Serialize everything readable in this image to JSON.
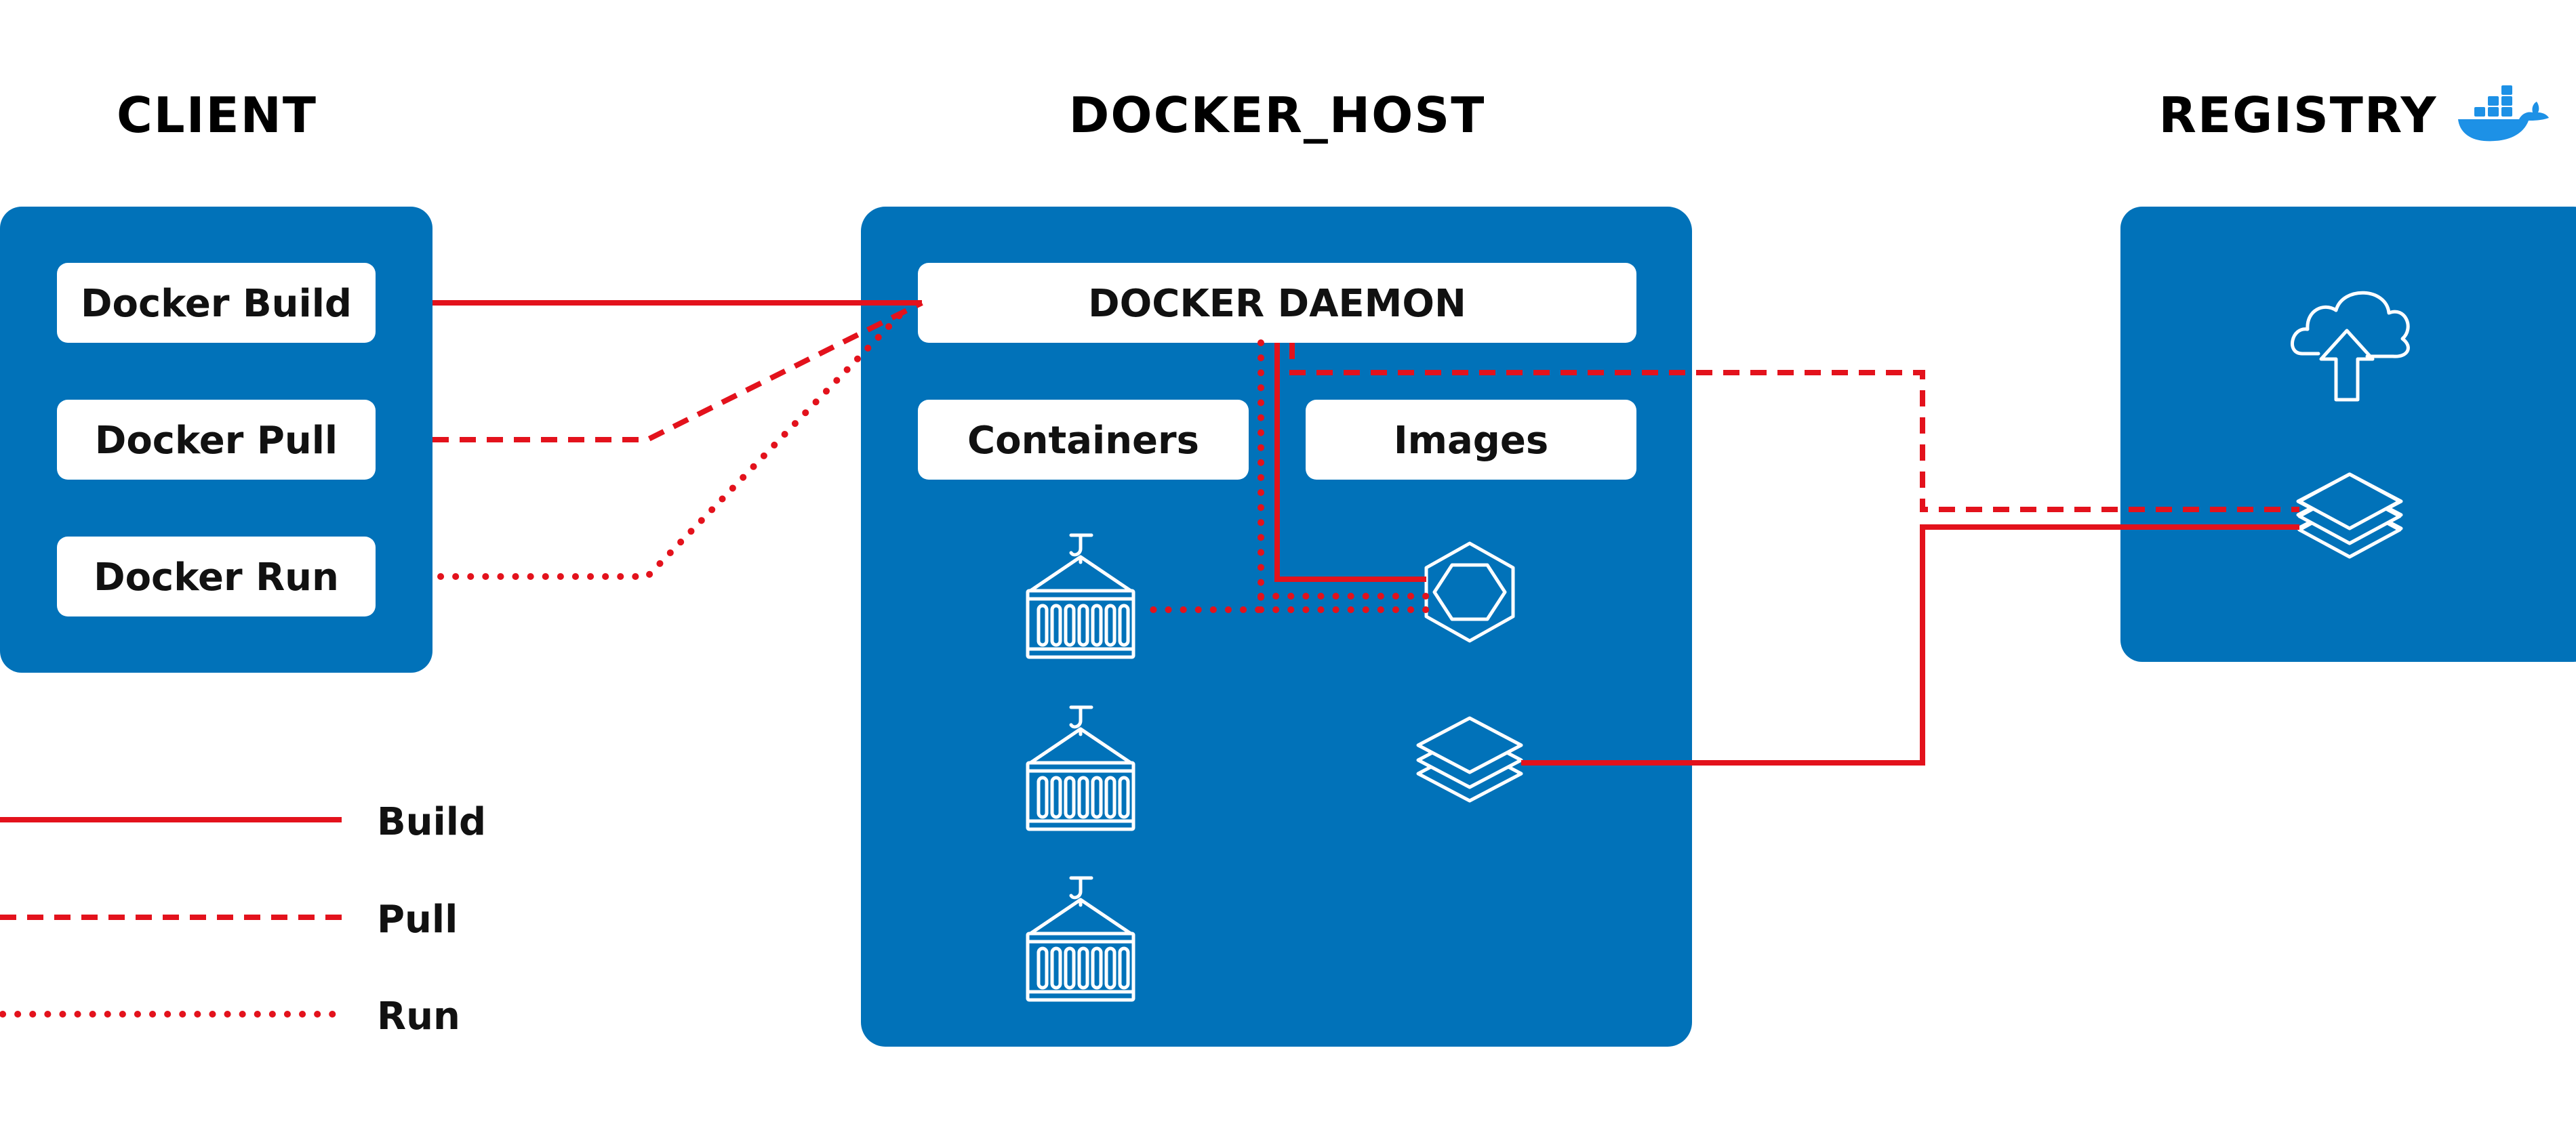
{
  "headings": {
    "client": "CLIENT",
    "docker_host": "DOCKER_HOST",
    "registry": "REGISTRY"
  },
  "client": {
    "commands": [
      "Docker Build",
      "Docker Pull",
      "Docker Run"
    ]
  },
  "docker_host": {
    "daemon": "DOCKER DAEMON",
    "containers": "Containers",
    "images": "Images"
  },
  "legend": {
    "build": "Build",
    "pull": "Pull",
    "run": "Run"
  },
  "colors": {
    "panel": "#0172b9",
    "line": "#e3121c",
    "docker_logo": "#1d91e6"
  },
  "icons": [
    "docker-whale-icon",
    "cloud-upload-icon",
    "layers-icon",
    "container-icon",
    "hexagon-icon"
  ]
}
